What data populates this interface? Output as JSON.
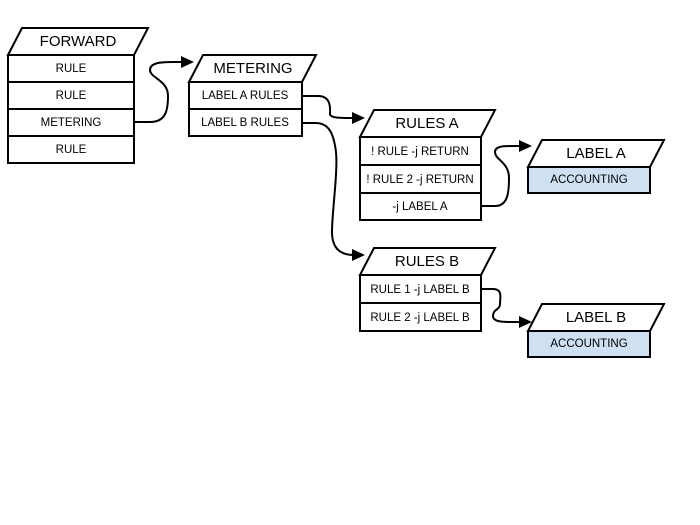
{
  "diagram": {
    "title": "iptables chain flow diagram",
    "background_color": "#ffffff",
    "line_color": "#000000",
    "accent_fill": "#cfe0f2",
    "chains": [
      {
        "id": "forward",
        "header": "FORWARD",
        "rules": [
          {
            "label": "RULE",
            "highlight": false
          },
          {
            "label": "RULE",
            "highlight": false
          },
          {
            "label": "METERING",
            "highlight": false
          },
          {
            "label": "RULE",
            "highlight": false
          }
        ]
      },
      {
        "id": "metering",
        "header": "METERING",
        "rules": [
          {
            "label": "LABEL A RULES",
            "highlight": false
          },
          {
            "label": "LABEL B RULES",
            "highlight": false
          }
        ]
      },
      {
        "id": "rules-a",
        "header": "RULES A",
        "rules": [
          {
            "label": "! RULE -j RETURN",
            "highlight": false
          },
          {
            "label": "! RULE 2 -j RETURN",
            "highlight": false
          },
          {
            "label": "-j LABEL A",
            "highlight": false
          }
        ]
      },
      {
        "id": "rules-b",
        "header": "RULES B",
        "rules": [
          {
            "label": "RULE 1 -j LABEL B",
            "highlight": false
          },
          {
            "label": "RULE 2 -j LABEL B",
            "highlight": false
          }
        ]
      },
      {
        "id": "label-a",
        "header": "LABEL A",
        "rules": [
          {
            "label": "ACCOUNTING",
            "highlight": true
          }
        ]
      },
      {
        "id": "label-b",
        "header": "LABEL B",
        "rules": [
          {
            "label": "ACCOUNTING",
            "highlight": true
          }
        ]
      }
    ],
    "connectors": [
      {
        "id": "forward-metering-to-metering-chain",
        "from": "forward.rule.metering",
        "to": "metering.header"
      },
      {
        "id": "label-a-rules-to-rules-a",
        "from": "metering.rule.label-a-rules",
        "to": "rules-a.header"
      },
      {
        "id": "label-b-rules-to-rules-b",
        "from": "metering.rule.label-b-rules",
        "to": "rules-b.header"
      },
      {
        "id": "jump-label-a-to-label-a-chain",
        "from": "rules-a.rule.jump-label-a",
        "to": "label-a.header"
      },
      {
        "id": "rule-1-label-b-to-label-b-chain",
        "from": "rules-b.rule.rule-1",
        "to": "label-b.header"
      }
    ]
  }
}
